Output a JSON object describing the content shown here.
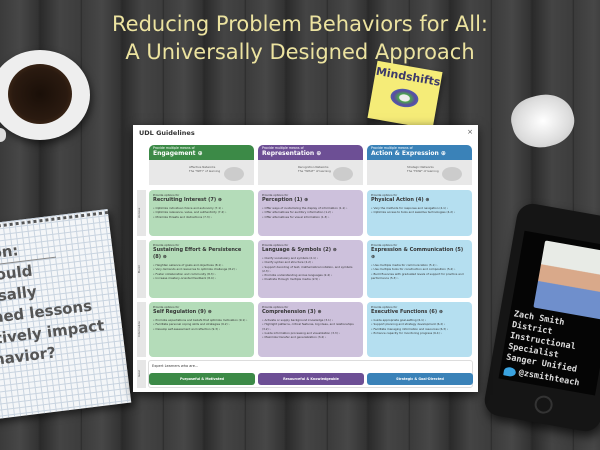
{
  "slide": {
    "title_line1": "Reducing Problem Behaviors for All:",
    "title_line2": "A Universally Designed Approach"
  },
  "sticky": {
    "title": "Mindshifts"
  },
  "notepad": {
    "lines": [
      "estion:",
      "w would",
      "iversally",
      "signed lessons",
      "ositively impact",
      "behavior?"
    ]
  },
  "phone": {
    "name": "Zach Smith",
    "role1": "District Instructional",
    "role2": "Specialist",
    "org": "Sanger Unified",
    "twitter": "@zsmithteach"
  },
  "modal": {
    "title": "UDL Guidelines",
    "close": "×",
    "columns": [
      {
        "pre": "Provide multiple means of",
        "name": "Engagement ⊕",
        "net1": "Affective Networks",
        "net2": "The \"WHY\" of learning",
        "color": "#3c8a47"
      },
      {
        "pre": "Provide multiple means of",
        "name": "Representation ⊕",
        "net1": "Recognition Networks",
        "net2": "The \"WHAT\" of learning",
        "color": "#6d4f95"
      },
      {
        "pre": "Provide multiple means of",
        "name": "Action & Expression ⊕",
        "net1": "Strategic Networks",
        "net2": "The \"HOW\" of learning",
        "color": "#3a82b8"
      }
    ],
    "rows": [
      {
        "label": "Access",
        "cells": [
          {
            "pre": "Provide options for",
            "name": "Recruiting Interest (7) ⊕",
            "items": [
              "Optimize individual choice and autonomy (7.1) ›",
              "Optimize relevance, value, and authenticity (7.2) ›",
              "Minimize threats and distractions (7.3) ›"
            ]
          },
          {
            "pre": "Provide options for",
            "name": "Perception (1) ⊕",
            "items": [
              "Offer ways of customizing the display of information (1.1) ›",
              "Offer alternatives for auditory information (1.2) ›",
              "Offer alternatives for visual information (1.3) ›"
            ]
          },
          {
            "pre": "Provide options for",
            "name": "Physical Action (4) ⊕",
            "items": [
              "Vary the methods for response and navigation (4.1) ›",
              "Optimize access to tools and assistive technologies (4.2) ›"
            ]
          }
        ]
      },
      {
        "label": "Build",
        "cells": [
          {
            "pre": "Provide options for",
            "name": "Sustaining Effort & Persistence (8) ⊕",
            "items": [
              "Heighten salience of goals and objectives (8.1) ›",
              "Vary demands and resources to optimize challenge (8.2) ›",
              "Foster collaboration and community (8.3) ›",
              "Increase mastery-oriented feedback (8.4) ›"
            ]
          },
          {
            "pre": "Provide options for",
            "name": "Language & Symbols (2) ⊕",
            "items": [
              "Clarify vocabulary and symbols (2.1) ›",
              "Clarify syntax and structure (2.2) ›",
              "Support decoding of text, mathematical notation, and symbols (2.3) ›",
              "Promote understanding across languages (2.4) ›",
              "Illustrate through multiple media (2.5) ›"
            ]
          },
          {
            "pre": "Provide options for",
            "name": "Expression & Communication (5) ⊕",
            "items": [
              "Use multiple media for communication (5.1) ›",
              "Use multiple tools for construction and composition (5.2) ›",
              "Build fluencies with graduated levels of support for practice and performance (5.3) ›"
            ]
          }
        ]
      },
      {
        "label": "Internalize",
        "cells": [
          {
            "pre": "Provide options for",
            "name": "Self Regulation (9) ⊕",
            "items": [
              "Promote expectations and beliefs that optimize motivation (9.1) ›",
              "Facilitate personal coping skills and strategies (9.2) ›",
              "Develop self-assessment and reflection (9.3) ›"
            ]
          },
          {
            "pre": "Provide options for",
            "name": "Comprehension (3) ⊕",
            "items": [
              "Activate or supply background knowledge (3.1) ›",
              "Highlight patterns, critical features, big ideas, and relationships (3.2) ›",
              "Guide information processing and visualization (3.3) ›",
              "Maximize transfer and generalization (3.4) ›"
            ]
          },
          {
            "pre": "Provide options for",
            "name": "Executive Functions (6) ⊕",
            "items": [
              "Guide appropriate goal-setting (6.1) ›",
              "Support planning and strategy development (6.2) ›",
              "Facilitate managing information and resources (6.3) ›",
              "Enhance capacity for monitoring progress (6.4) ›"
            ]
          }
        ]
      }
    ],
    "goal": {
      "label": "Goal",
      "expert": "Expert Learners who are...",
      "buttons": [
        "Purposeful & Motivated",
        "Resourceful & Knowledgeable",
        "Strategic & Goal-Directed"
      ]
    }
  }
}
